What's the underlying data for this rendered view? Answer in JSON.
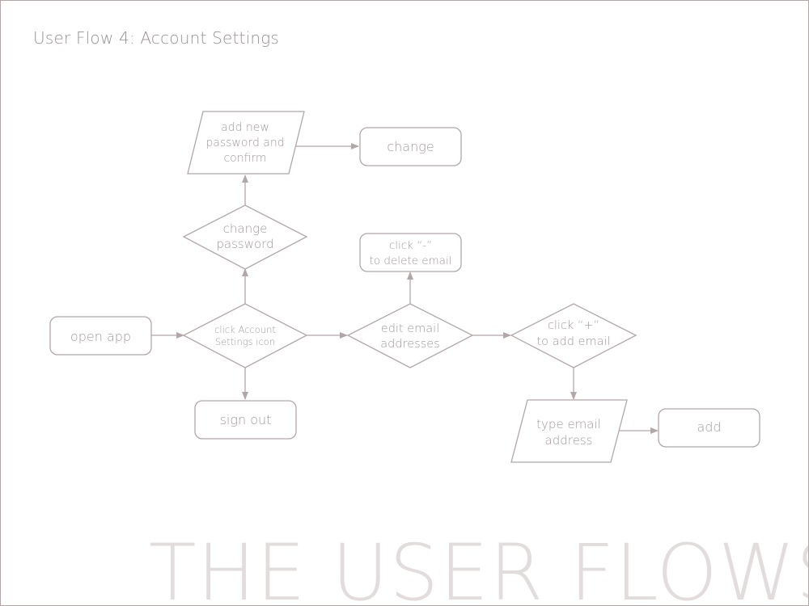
{
  "header": {
    "title": "User Flow 4: Account Settings"
  },
  "watermark": {
    "text": "THE USER FLOWS"
  },
  "colors": {
    "stroke": "#b3a6a7",
    "text": "#a39899",
    "watermark": "#e2dcdc"
  },
  "nodes": {
    "open_app": {
      "label": "open app"
    },
    "click_account_settings": {
      "lines": [
        "click Account",
        "Settings icon"
      ]
    },
    "change_password": {
      "lines": [
        "change",
        "password"
      ]
    },
    "add_new_password": {
      "lines": [
        "add new",
        "password and",
        "confirm"
      ]
    },
    "change": {
      "label": "change"
    },
    "sign_out": {
      "label": "sign out"
    },
    "edit_email": {
      "lines": [
        "edit email",
        "addresses"
      ]
    },
    "click_minus": {
      "lines": [
        "click “-”",
        "to delete email"
      ]
    },
    "click_plus": {
      "lines": [
        "click “+”",
        "to add email"
      ]
    },
    "type_email": {
      "lines": [
        "type email",
        "address"
      ]
    },
    "add": {
      "label": "add"
    }
  }
}
